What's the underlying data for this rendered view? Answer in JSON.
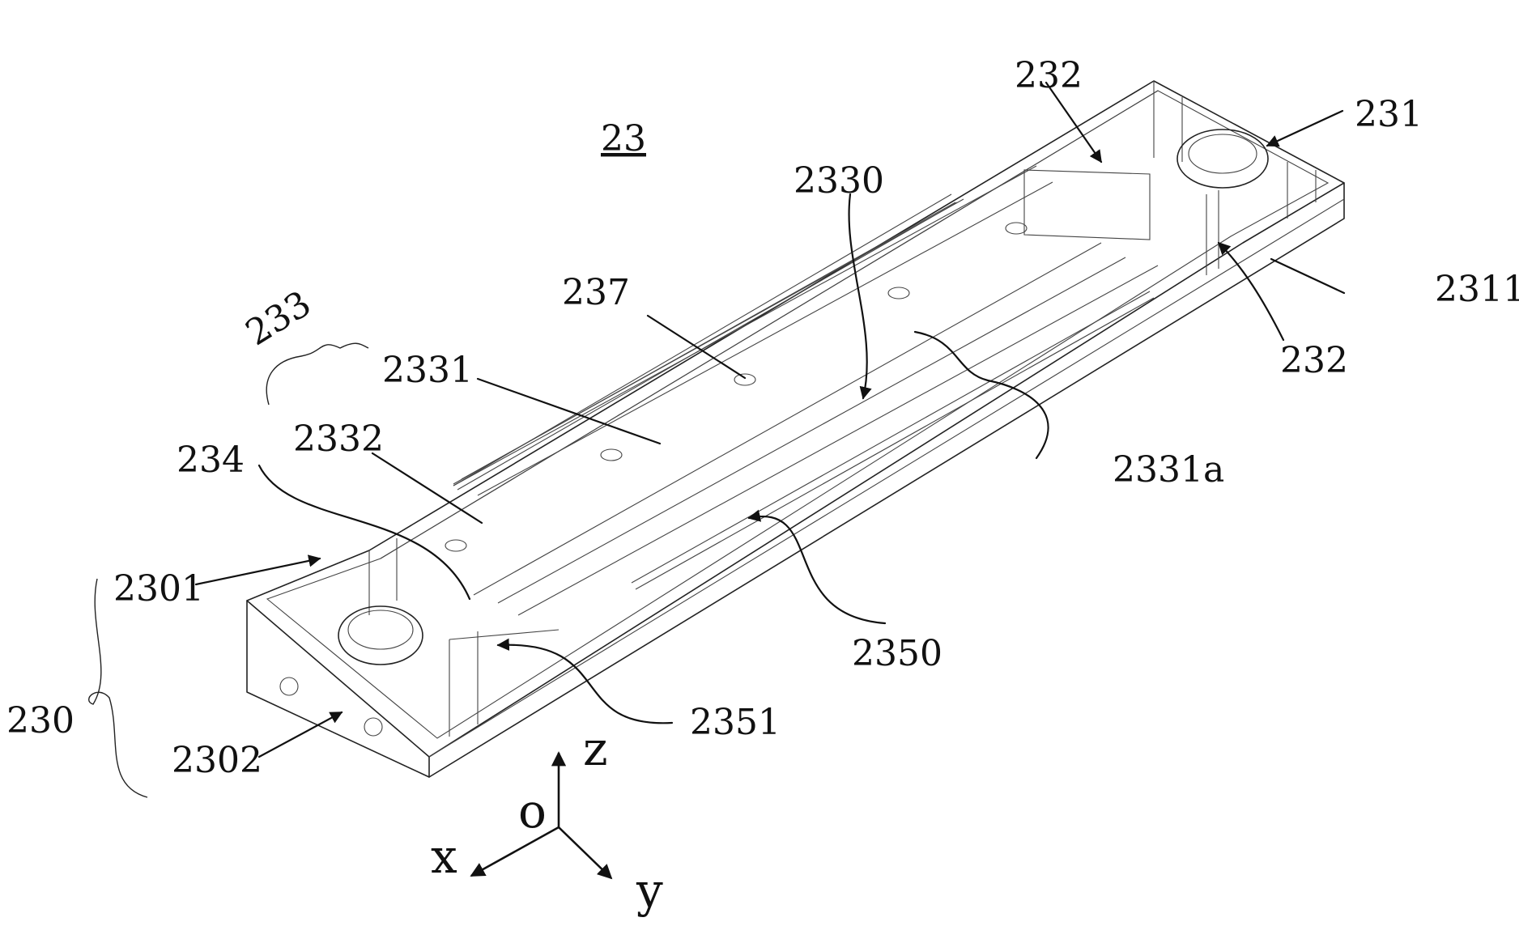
{
  "figure": {
    "title_ref": "23",
    "labels": [
      {
        "id": "l232a",
        "text": "232"
      },
      {
        "id": "l231",
        "text": "231"
      },
      {
        "id": "l2330",
        "text": "2330"
      },
      {
        "id": "l2311",
        "text": "2311"
      },
      {
        "id": "l232b",
        "text": "232"
      },
      {
        "id": "l237",
        "text": "237"
      },
      {
        "id": "l233",
        "text": "233"
      },
      {
        "id": "l2331",
        "text": "2331"
      },
      {
        "id": "l2332",
        "text": "2332"
      },
      {
        "id": "l234",
        "text": "234"
      },
      {
        "id": "l2331a",
        "text": "2331a"
      },
      {
        "id": "l2301",
        "text": "2301"
      },
      {
        "id": "l2350",
        "text": "2350"
      },
      {
        "id": "l2351",
        "text": "2351"
      },
      {
        "id": "l230",
        "text": "230"
      },
      {
        "id": "l2302",
        "text": "2302"
      }
    ],
    "axes": {
      "origin": "o",
      "x": "x",
      "y": "y",
      "z": "z"
    }
  }
}
